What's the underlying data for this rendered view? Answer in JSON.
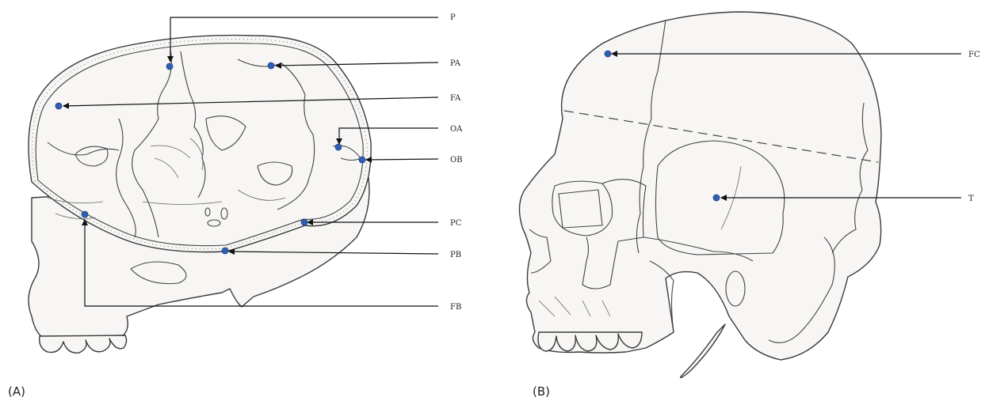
{
  "colors": {
    "point": "#2f5fb3",
    "line": "#111111",
    "paper": "#f7f6f4"
  },
  "panels": {
    "a": {
      "caption": "(A)"
    },
    "b": {
      "caption": "(B)"
    }
  },
  "landmarks": {
    "p": {
      "label": "P"
    },
    "pa": {
      "label": "PA"
    },
    "fa": {
      "label": "FA"
    },
    "oa": {
      "label": "OA"
    },
    "ob": {
      "label": "OB"
    },
    "pc": {
      "label": "PC"
    },
    "pb": {
      "label": "PB"
    },
    "fb": {
      "label": "FB"
    },
    "fc": {
      "label": "FC"
    },
    "t": {
      "label": "T"
    }
  }
}
